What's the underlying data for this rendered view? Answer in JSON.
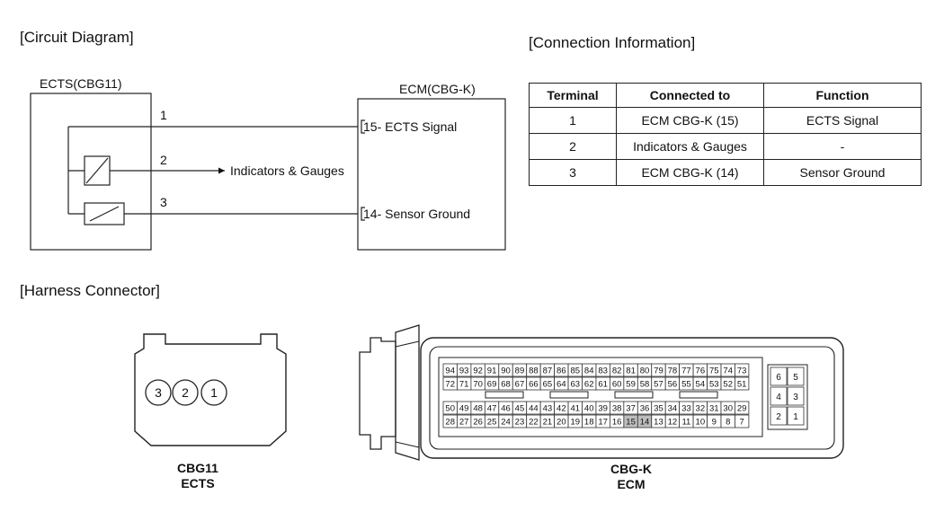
{
  "sections": {
    "circuit_title": "[Circuit Diagram]",
    "connection_title": "[Connection Information]",
    "harness_title": "[Harness Connector]"
  },
  "circuit": {
    "ects_label": "ECTS(CBG11)",
    "ecm_label": "ECM(CBG-K)",
    "pins": [
      "1",
      "2",
      "3"
    ],
    "indicators_label": "Indicators & Gauges",
    "ecm_pin_15": "15- ECTS Signal",
    "ecm_pin_14": "14- Sensor Ground"
  },
  "table": {
    "headers": [
      "Terminal",
      "Connected to",
      "Function"
    ],
    "rows": [
      [
        "1",
        "ECM CBG-K (15)",
        "ECTS Signal"
      ],
      [
        "2",
        "Indicators & Gauges",
        "-"
      ],
      [
        "3",
        "ECM CBG-K (14)",
        "Sensor Ground"
      ]
    ]
  },
  "harness": {
    "cbg11_pins": [
      "3",
      "2",
      "1"
    ],
    "cbg11_code": "CBG11",
    "cbg11_name": "ECTS",
    "cbgk_code": "CBG-K",
    "cbgk_name": "ECM",
    "row1": [
      "94",
      "93",
      "92",
      "91",
      "90",
      "89",
      "88",
      "87",
      "86",
      "85",
      "84",
      "83",
      "82",
      "81",
      "80",
      "79",
      "78",
      "77",
      "76",
      "75",
      "74",
      "73"
    ],
    "row2": [
      "72",
      "71",
      "70",
      "69",
      "68",
      "67",
      "66",
      "65",
      "64",
      "63",
      "62",
      "61",
      "60",
      "59",
      "58",
      "57",
      "56",
      "55",
      "54",
      "53",
      "52",
      "51"
    ],
    "row3": [
      "50",
      "49",
      "48",
      "47",
      "46",
      "45",
      "44",
      "43",
      "42",
      "41",
      "40",
      "39",
      "38",
      "37",
      "36",
      "35",
      "34",
      "33",
      "32",
      "31",
      "30",
      "29"
    ],
    "row4": [
      "28",
      "27",
      "26",
      "25",
      "24",
      "23",
      "22",
      "21",
      "20",
      "19",
      "18",
      "17",
      "16",
      "15",
      "14",
      "13",
      "12",
      "11",
      "10",
      "9",
      "8",
      "7"
    ],
    "small_block": [
      [
        "6",
        "5"
      ],
      [
        "4",
        "3"
      ],
      [
        "2",
        "1"
      ]
    ],
    "highlight_pins": [
      "15",
      "14"
    ],
    "highlight_color": "#bdbdbd"
  }
}
